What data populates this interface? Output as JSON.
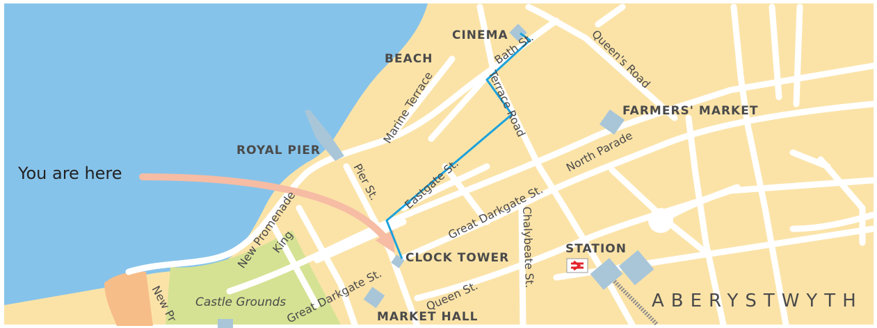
{
  "map": {
    "town_label": "ABERYSTWYTH",
    "you_are_here_label": "You are here",
    "colors": {
      "sea": "#86c3ea",
      "land": "#fbe3a8",
      "road": "#ffffff",
      "park": "#d5e293",
      "beach": "#f7bd88",
      "building": "#a9c6d8",
      "route": "#1aa1dc",
      "arrow": "#f6bca4",
      "label": "#4a4a4a",
      "rail_logo": "#e3242b"
    },
    "places": {
      "cinema": "CINEMA",
      "beach": "BEACH",
      "farmers_market": "FARMERS' MARKET",
      "royal_pier": "ROYAL PIER",
      "clock_tower": "CLOCK TOWER",
      "station": "STATION",
      "market_hall": "MARKET HALL",
      "castle_grounds": "Castle Grounds"
    },
    "streets": {
      "bath_st": "Bath St.",
      "queens_road": "Queen's Road",
      "marine_terrace": "Marine Terrace",
      "terrace_road": "Terrace Road",
      "north_parade": "North Parade",
      "eastgate_st": "Eastgate St.",
      "pier_st": "Pier St.",
      "great_darkgate_st": "Great Darkgate St.",
      "chalybeate_st": "Chalybeate St.",
      "new_promenade": "New Promenade",
      "king_st": "King",
      "queen_st": "Queen St.",
      "new_pr": "New Pr"
    },
    "icons": [
      "rail-station-icon",
      "route-line",
      "you-are-here-arrow"
    ]
  }
}
